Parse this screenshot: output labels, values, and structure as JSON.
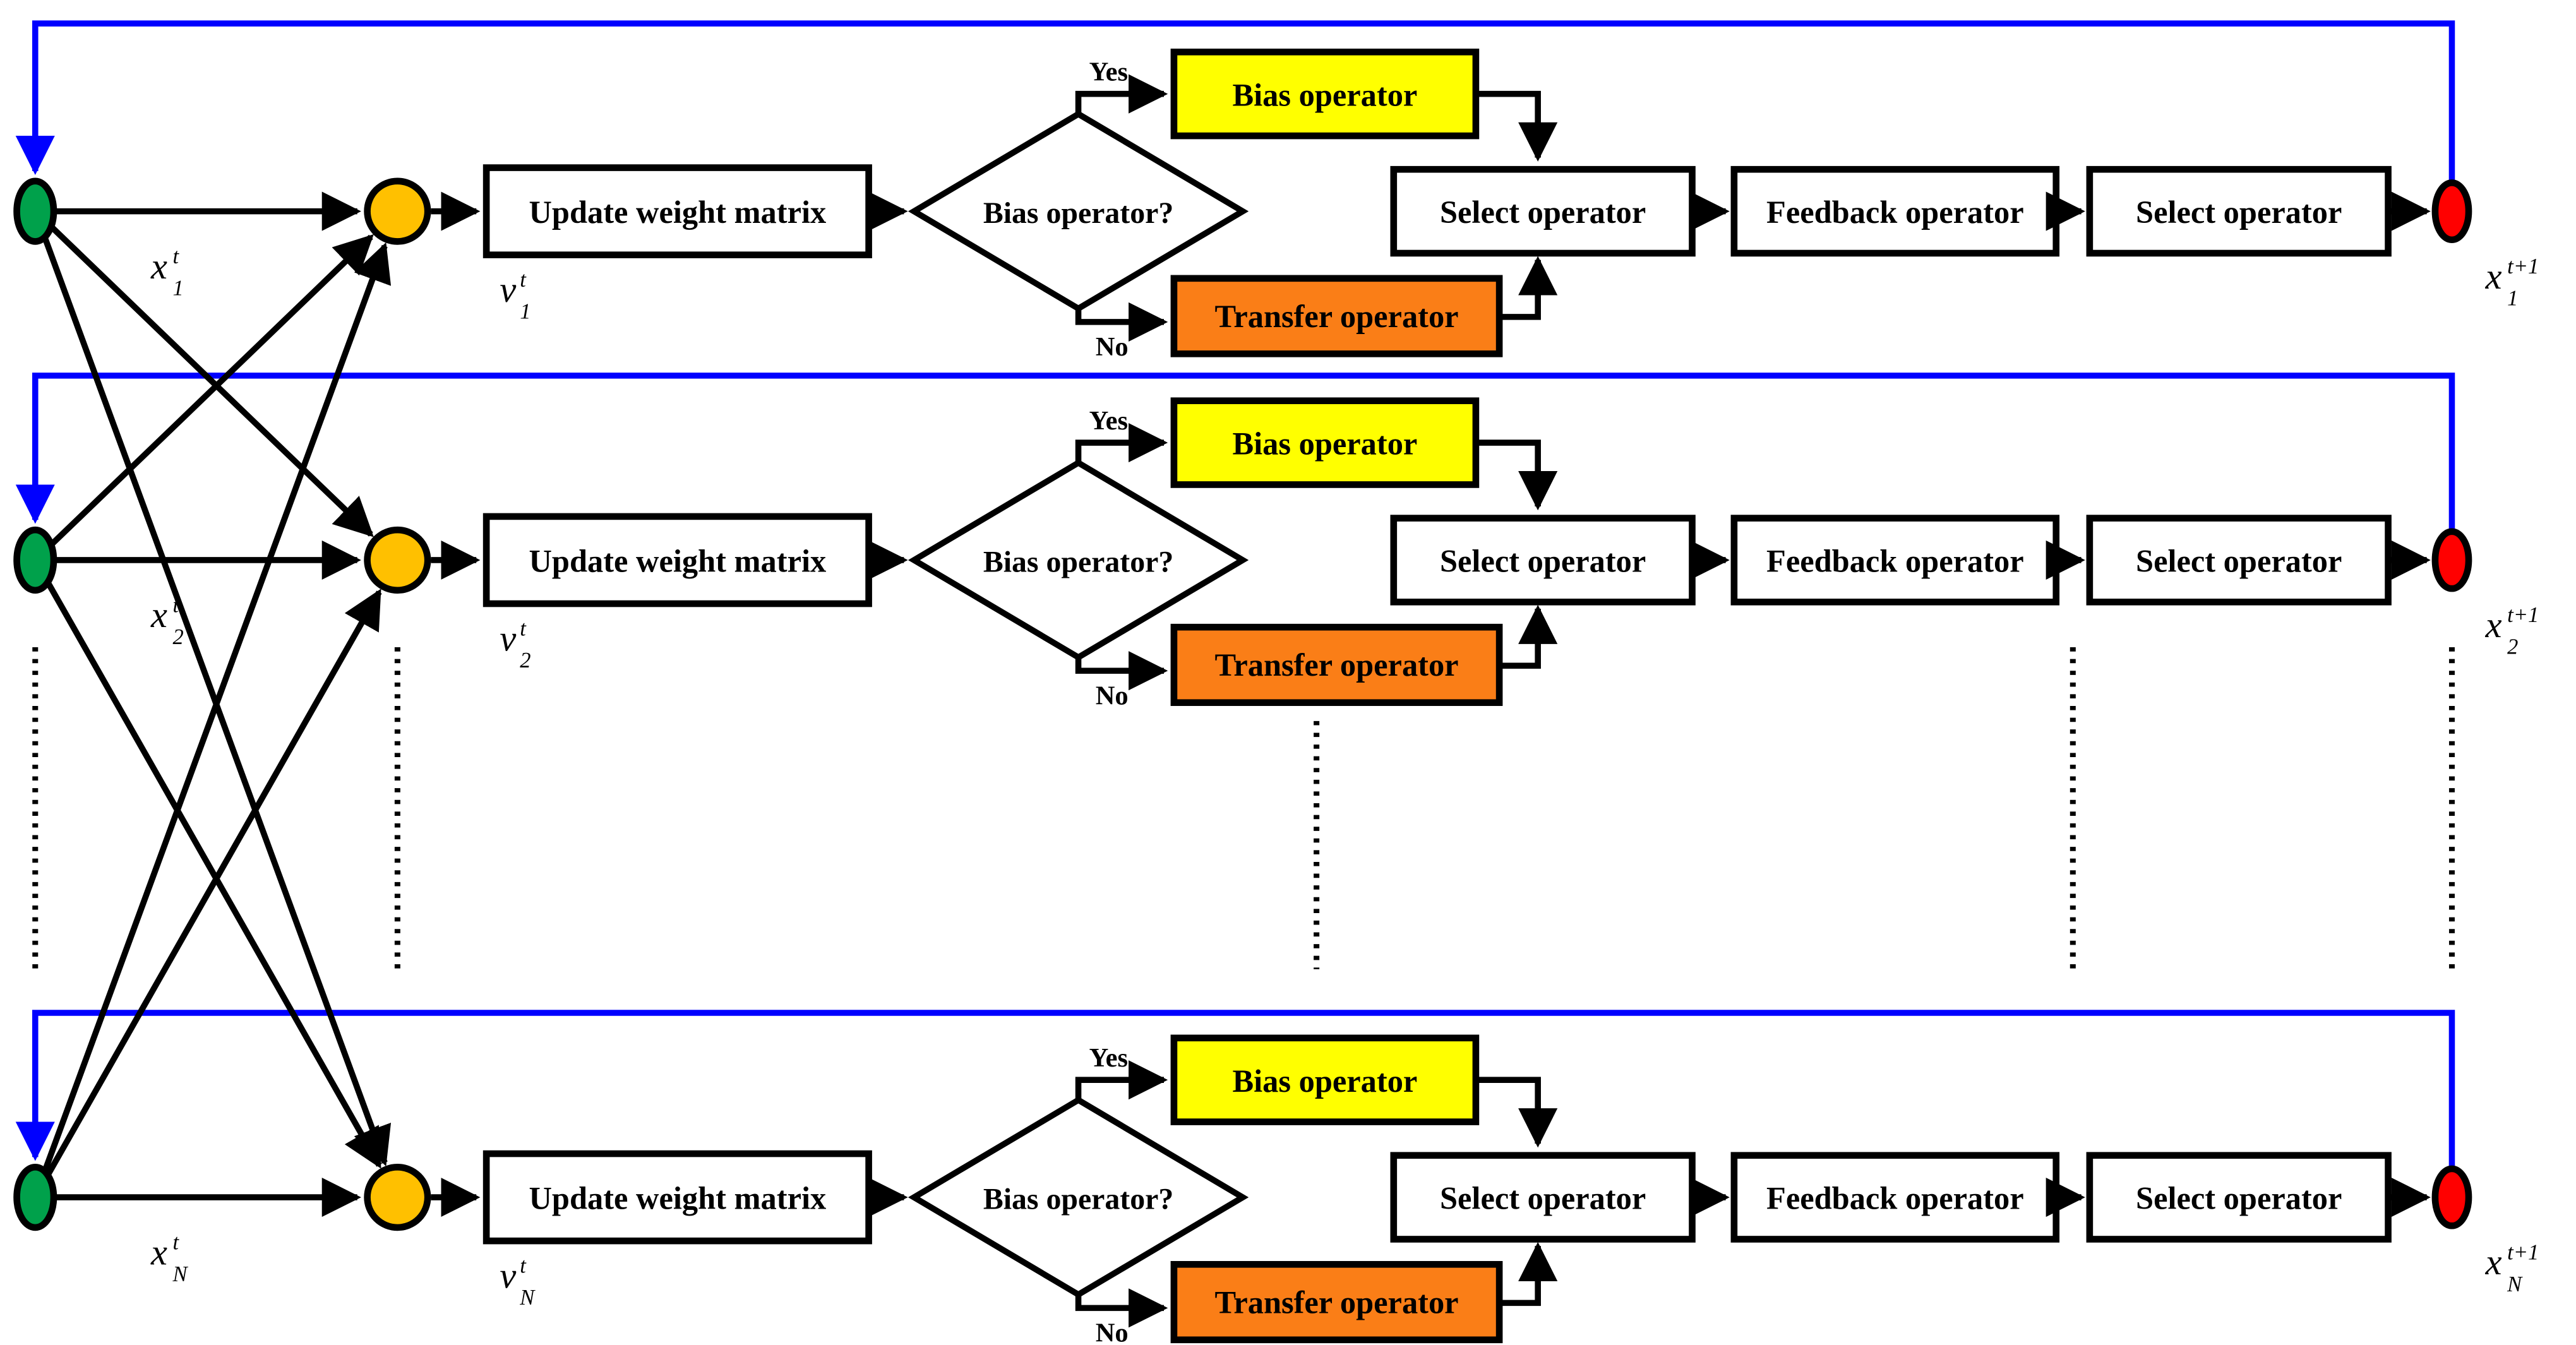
{
  "figure": {
    "description": "Feedback neural-network optimization flowchart with N parallel stages",
    "background": "#ffffff"
  },
  "colors": {
    "start_node": "#00A14B",
    "sum_node": "#FFC000",
    "end_node": "#FF0000",
    "bias_box": "#FFFF00",
    "transfer_box": "#FA7E17",
    "process_box": "#FFFFFF",
    "loop_line": "#0000FF",
    "flow_line": "#000000"
  },
  "shared": {
    "update_label": "Update weight matrix",
    "decision_label": "Bias operator?",
    "yes_label": "Yes",
    "no_label": "No",
    "bias_label": "Bias operator",
    "transfer_label": "Transfer operator",
    "select_label": "Select operator",
    "feedback_label": "Feedback operator",
    "select2_label": "Select operator"
  },
  "rows": [
    {
      "input": {
        "base": "x",
        "sup": "t",
        "sub": "1"
      },
      "weight": {
        "base": "v",
        "sup": "t",
        "sub": "1"
      },
      "output": {
        "base": "x",
        "sup": "t+1",
        "sub": "1"
      }
    },
    {
      "input": {
        "base": "x",
        "sup": "t",
        "sub": "2"
      },
      "weight": {
        "base": "v",
        "sup": "t",
        "sub": "2"
      },
      "output": {
        "base": "x",
        "sup": "t+1",
        "sub": "2"
      }
    },
    {
      "input": {
        "base": "x",
        "sup": "t",
        "sub": "N"
      },
      "weight": {
        "base": "v",
        "sup": "t",
        "sub": "N"
      },
      "output": {
        "base": "x",
        "sup": "t+1",
        "sub": "N"
      }
    }
  ]
}
